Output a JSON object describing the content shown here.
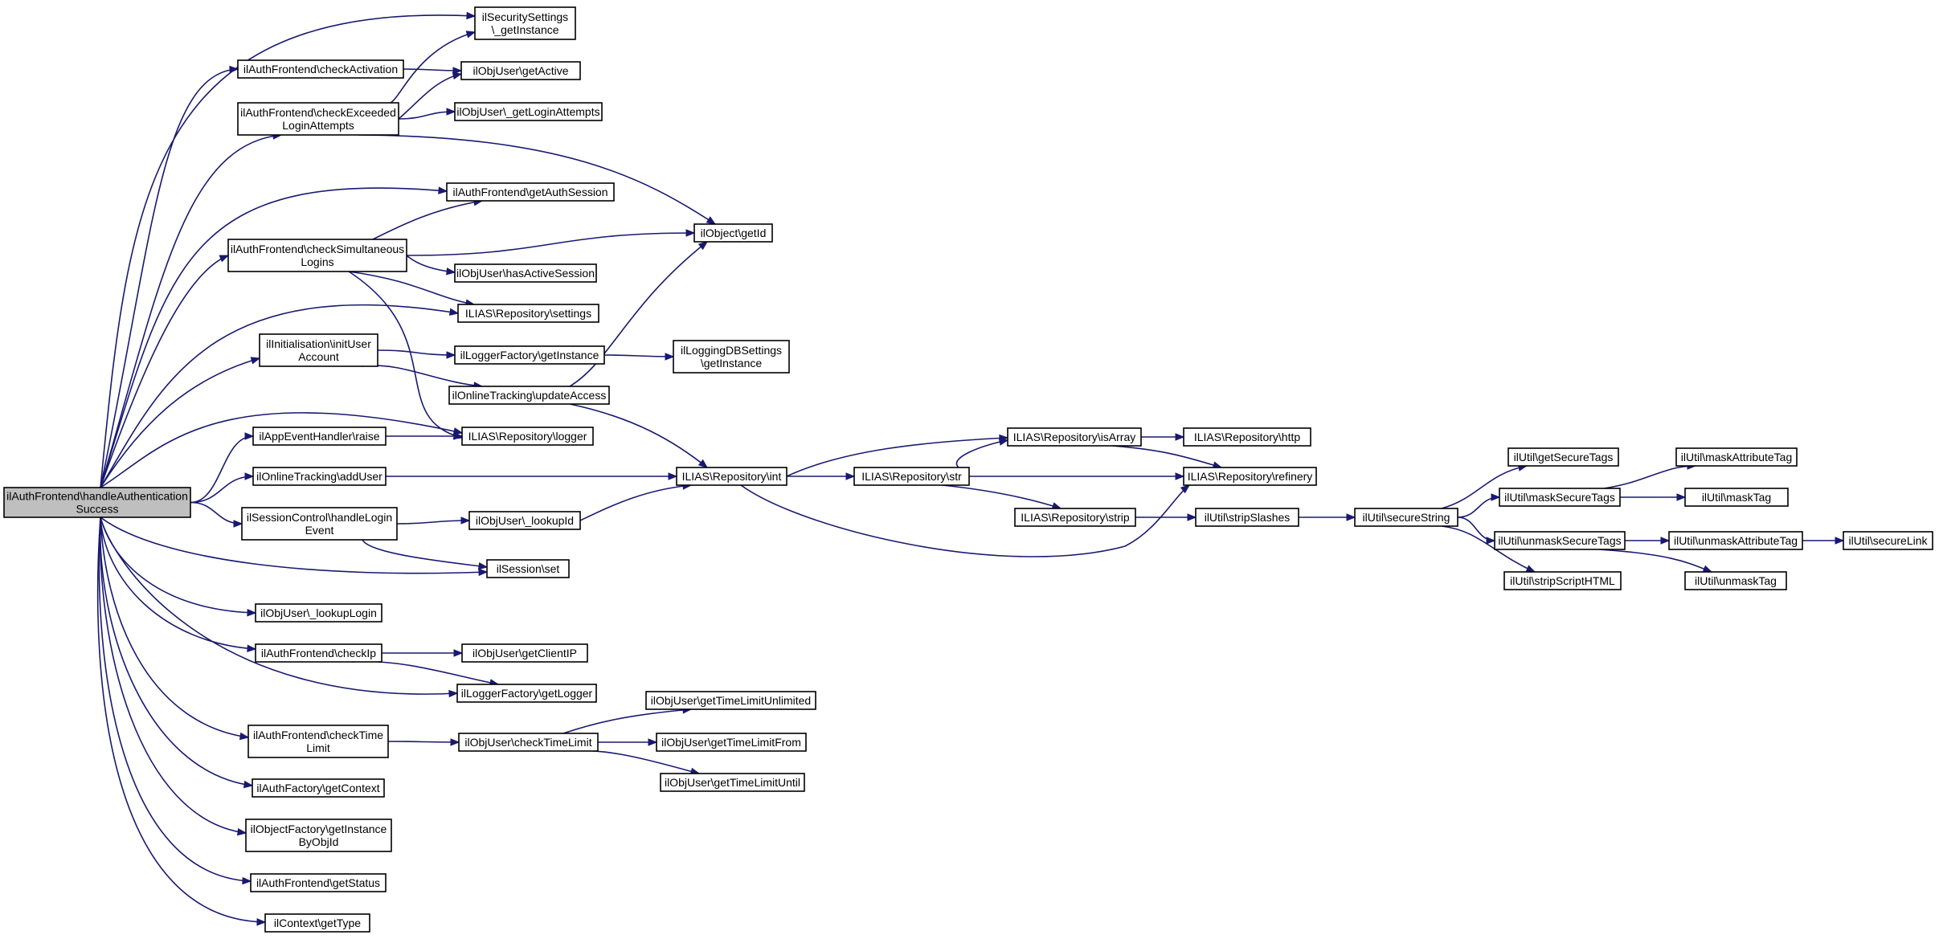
{
  "root_id": "n0",
  "nodes": [
    {
      "id": "n0",
      "lines": [
        "ilAuthFrontend\\handleAuthentication",
        "Success"
      ]
    },
    {
      "id": "n1",
      "lines": [
        "ilSecuritySettings",
        "\\_getInstance"
      ]
    },
    {
      "id": "n2",
      "lines": [
        "ilAuthFrontend\\checkActivation"
      ]
    },
    {
      "id": "n3",
      "lines": [
        "ilObjUser\\getActive"
      ]
    },
    {
      "id": "n4",
      "lines": [
        "ilAuthFrontend\\checkExceeded",
        "LoginAttempts"
      ]
    },
    {
      "id": "n5",
      "lines": [
        "ilObjUser\\_getLoginAttempts"
      ]
    },
    {
      "id": "n6",
      "lines": [
        "ilAuthFrontend\\getAuthSession"
      ]
    },
    {
      "id": "n7",
      "lines": [
        "ilObject\\getId"
      ]
    },
    {
      "id": "n8",
      "lines": [
        "ilAuthFrontend\\checkSimultaneous",
        "Logins"
      ]
    },
    {
      "id": "n9",
      "lines": [
        "ilObjUser\\hasActiveSession"
      ]
    },
    {
      "id": "n10",
      "lines": [
        "ILIAS\\Repository\\settings"
      ]
    },
    {
      "id": "n11",
      "lines": [
        "ilInitialisation\\initUser",
        "Account"
      ]
    },
    {
      "id": "n12",
      "lines": [
        "ilLoggerFactory\\getInstance"
      ]
    },
    {
      "id": "n13",
      "lines": [
        "ilLoggingDBSettings",
        "\\getInstance"
      ]
    },
    {
      "id": "n14",
      "lines": [
        "ilOnlineTracking\\updateAccess"
      ]
    },
    {
      "id": "n15",
      "lines": [
        "ilAppEventHandler\\raise"
      ]
    },
    {
      "id": "n16",
      "lines": [
        "ILIAS\\Repository\\logger"
      ]
    },
    {
      "id": "n17",
      "lines": [
        "ilOnlineTracking\\addUser"
      ]
    },
    {
      "id": "n18",
      "lines": [
        "ILIAS\\Repository\\int"
      ]
    },
    {
      "id": "n19",
      "lines": [
        "ILIAS\\Repository\\isArray"
      ]
    },
    {
      "id": "n20",
      "lines": [
        "ILIAS\\Repository\\http"
      ]
    },
    {
      "id": "n21",
      "lines": [
        "ILIAS\\Repository\\str"
      ]
    },
    {
      "id": "n22",
      "lines": [
        "ILIAS\\Repository\\refinery"
      ]
    },
    {
      "id": "n23",
      "lines": [
        "ilSessionControl\\handleLogin",
        "Event"
      ]
    },
    {
      "id": "n24",
      "lines": [
        "ilObjUser\\_lookupId"
      ]
    },
    {
      "id": "n25",
      "lines": [
        "ILIAS\\Repository\\strip"
      ]
    },
    {
      "id": "n26",
      "lines": [
        "ilUtil\\stripSlashes"
      ]
    },
    {
      "id": "n27",
      "lines": [
        "ilUtil\\secureString"
      ]
    },
    {
      "id": "n28",
      "lines": [
        "ilUtil\\getSecureTags"
      ]
    },
    {
      "id": "n29",
      "lines": [
        "ilUtil\\maskSecureTags"
      ]
    },
    {
      "id": "n30",
      "lines": [
        "ilUtil\\maskAttributeTag"
      ]
    },
    {
      "id": "n31",
      "lines": [
        "ilUtil\\maskTag"
      ]
    },
    {
      "id": "n32",
      "lines": [
        "ilUtil\\unmaskSecureTags"
      ]
    },
    {
      "id": "n33",
      "lines": [
        "ilUtil\\unmaskAttributeTag"
      ]
    },
    {
      "id": "n34",
      "lines": [
        "ilUtil\\secureLink"
      ]
    },
    {
      "id": "n35",
      "lines": [
        "ilUtil\\unmaskTag"
      ]
    },
    {
      "id": "n36",
      "lines": [
        "ilUtil\\stripScriptHTML"
      ]
    },
    {
      "id": "n37",
      "lines": [
        "ilSession\\set"
      ]
    },
    {
      "id": "n38",
      "lines": [
        "ilObjUser\\_lookupLogin"
      ]
    },
    {
      "id": "n39",
      "lines": [
        "ilAuthFrontend\\checkIp"
      ]
    },
    {
      "id": "n40",
      "lines": [
        "ilObjUser\\getClientIP"
      ]
    },
    {
      "id": "n41",
      "lines": [
        "ilLoggerFactory\\getLogger"
      ]
    },
    {
      "id": "n42",
      "lines": [
        "ilObjUser\\getTimeLimitUnlimited"
      ]
    },
    {
      "id": "n43",
      "lines": [
        "ilAuthFrontend\\checkTime",
        "Limit"
      ]
    },
    {
      "id": "n44",
      "lines": [
        "ilObjUser\\checkTimeLimit"
      ]
    },
    {
      "id": "n45",
      "lines": [
        "ilObjUser\\getTimeLimitFrom"
      ]
    },
    {
      "id": "n46",
      "lines": [
        "ilObjUser\\getTimeLimitUntil"
      ]
    },
    {
      "id": "n47",
      "lines": [
        "ilAuthFactory\\getContext"
      ]
    },
    {
      "id": "n48",
      "lines": [
        "ilObjectFactory\\getInstance",
        "ByObjId"
      ]
    },
    {
      "id": "n49",
      "lines": [
        "ilAuthFrontend\\getStatus"
      ]
    },
    {
      "id": "n50",
      "lines": [
        "ilContext\\getType"
      ]
    }
  ],
  "edges": [
    [
      "n0",
      "n1"
    ],
    [
      "n0",
      "n2"
    ],
    [
      "n0",
      "n4"
    ],
    [
      "n0",
      "n6"
    ],
    [
      "n0",
      "n8"
    ],
    [
      "n0",
      "n10"
    ],
    [
      "n0",
      "n11"
    ],
    [
      "n0",
      "n16"
    ],
    [
      "n0",
      "n15"
    ],
    [
      "n0",
      "n17"
    ],
    [
      "n0",
      "n23"
    ],
    [
      "n0",
      "n37"
    ],
    [
      "n0",
      "n38"
    ],
    [
      "n0",
      "n39"
    ],
    [
      "n0",
      "n41"
    ],
    [
      "n0",
      "n43"
    ],
    [
      "n0",
      "n47"
    ],
    [
      "n0",
      "n48"
    ],
    [
      "n0",
      "n49"
    ],
    [
      "n0",
      "n50"
    ],
    [
      "n2",
      "n3"
    ],
    [
      "n4",
      "n1"
    ],
    [
      "n4",
      "n3"
    ],
    [
      "n4",
      "n5"
    ],
    [
      "n4",
      "n7"
    ],
    [
      "n8",
      "n6"
    ],
    [
      "n8",
      "n7"
    ],
    [
      "n8",
      "n9"
    ],
    [
      "n8",
      "n10"
    ],
    [
      "n8",
      "n16"
    ],
    [
      "n11",
      "n12"
    ],
    [
      "n11",
      "n14"
    ],
    [
      "n12",
      "n13"
    ],
    [
      "n14",
      "n7"
    ],
    [
      "n14",
      "n18"
    ],
    [
      "n15",
      "n16"
    ],
    [
      "n17",
      "n18"
    ],
    [
      "n18",
      "n19"
    ],
    [
      "n18",
      "n21"
    ],
    [
      "n18",
      "n22"
    ],
    [
      "n19",
      "n20"
    ],
    [
      "n19",
      "n22"
    ],
    [
      "n21",
      "n19"
    ],
    [
      "n21",
      "n22"
    ],
    [
      "n21",
      "n25"
    ],
    [
      "n25",
      "n26"
    ],
    [
      "n26",
      "n27"
    ],
    [
      "n27",
      "n28"
    ],
    [
      "n27",
      "n29"
    ],
    [
      "n27",
      "n32"
    ],
    [
      "n27",
      "n36"
    ],
    [
      "n29",
      "n30"
    ],
    [
      "n29",
      "n31"
    ],
    [
      "n32",
      "n33"
    ],
    [
      "n32",
      "n35"
    ],
    [
      "n33",
      "n34"
    ],
    [
      "n23",
      "n24"
    ],
    [
      "n23",
      "n37"
    ],
    [
      "n24",
      "n18"
    ],
    [
      "n39",
      "n40"
    ],
    [
      "n39",
      "n41"
    ],
    [
      "n43",
      "n44"
    ],
    [
      "n44",
      "n42"
    ],
    [
      "n44",
      "n45"
    ],
    [
      "n44",
      "n46"
    ]
  ]
}
